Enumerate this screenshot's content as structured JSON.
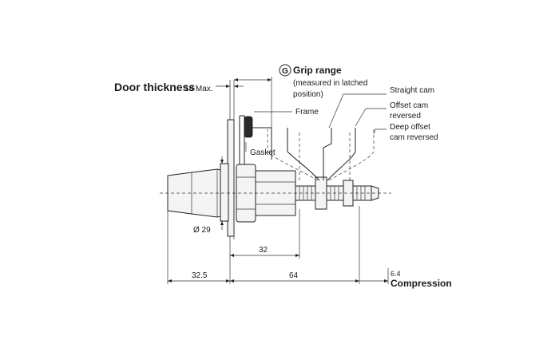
{
  "labels": {
    "door_thickness": "Door thickness",
    "door_max": "18 Max.",
    "grip_badge": "G",
    "grip_range": "Grip range",
    "grip_note_1": "(measured in latched",
    "grip_note_2": "position)",
    "frame": "Frame",
    "gasket": "Gasket",
    "straight_cam": "Straight cam",
    "offset_cam_1": "Offset cam",
    "offset_cam_2": "reversed",
    "deep_offset_1": "Deep offset",
    "deep_offset_2": "cam reversed",
    "diameter": "Ø 29",
    "dim_32": "32",
    "dim_32_5": "32.5",
    "dim_64": "64",
    "dim_6_4": "6.4",
    "compression": "Compression"
  }
}
